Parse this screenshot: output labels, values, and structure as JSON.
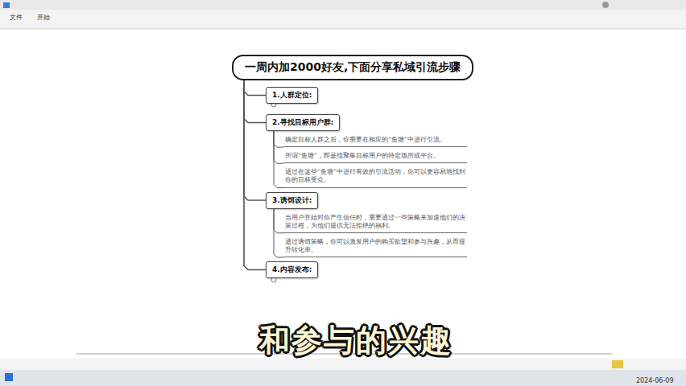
{
  "diagram": {
    "nodes": [
      {
        "text": [
          "一周内加2000好友,下面分享私域引流步骤"
        ]
      },
      {
        "text": [
          "1.人群定位:"
        ]
      },
      {
        "text": [
          "2.寻找目标用户群:"
        ]
      },
      {
        "text": [
          "确定目标人群之后，你需要在相应的“鱼塘”中进行引流。"
        ]
      },
      {
        "text": [
          "所谓“鱼塘”，即是指聚集目标用户的特定场所或平台。"
        ]
      },
      {
        "text": [
          "通过在这些“鱼塘”中进行有效的引流活动，你可以更容易地找到你的目标受众。"
        ]
      },
      {
        "text": [
          "3.诱饵设计:"
        ]
      },
      {
        "text": [
          "当用户开始对你产生信任时，需要通过一些策略来加速他们的决策过程，为他们提供无法拒绝的福利。"
        ]
      },
      {
        "text": [
          "通过诱饵策略，你可以激发用户的购买欲望和参与兴趣，从而提升转化率。"
        ]
      },
      {
        "text": [
          "4.内容发布:"
        ]
      }
    ],
    "edges": [
      {
        "from": 0,
        "to": 1,
        "arrow": "none"
      },
      {
        "from": 0,
        "to": 2,
        "arrow": "none"
      },
      {
        "from": 0,
        "to": 6,
        "arrow": "none"
      },
      {
        "from": 0,
        "to": 9,
        "arrow": "none"
      },
      {
        "from": 2,
        "to": 3,
        "arrow": "none"
      },
      {
        "from": 2,
        "to": 4,
        "arrow": "none"
      },
      {
        "from": 2,
        "to": 5,
        "arrow": "none"
      },
      {
        "from": 6,
        "to": 7,
        "arrow": "none"
      },
      {
        "from": 6,
        "to": 8,
        "arrow": "none"
      }
    ],
    "labels": [
      "和参与的兴趣",
      "文件",
      "开始",
      "2024-06-09"
    ]
  }
}
